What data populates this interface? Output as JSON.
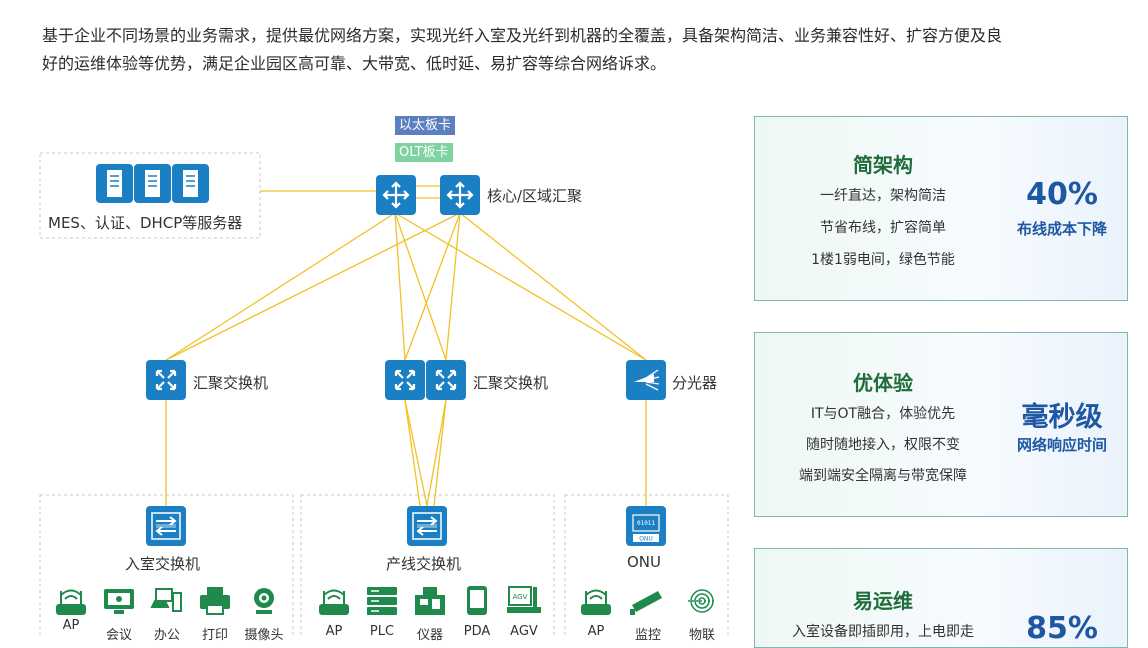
{
  "intro": {
    "line1": "基于企业不同场景的业务需求，提供最优网络方案，实现光纤入室及光纤到机器的全覆盖，具备架构简洁、业务兼容性好、扩容方便及良",
    "line2": "好的运维体验等优势，满足企业园区高可靠、大带宽、低时延、易扩容等综合网络诉求。"
  },
  "diagram": {
    "tag_ethernet": "以太板卡",
    "tag_olt": "OLT板卡",
    "servers_label": "MES、认证、DHCP等服务器",
    "core_label": "核心/区域汇聚",
    "agg_left_label": "汇聚交换机",
    "agg_mid_label": "汇聚交换机",
    "splitter_label": "分光器",
    "access_left_label": "入室交换机",
    "access_mid_label": "产线交换机",
    "onu_label": "ONU",
    "onu_chip_text": "ONU",
    "onu_bits": "01011",
    "agv_badge": "AGV",
    "left_devices": [
      "AP",
      "会议",
      "办公",
      "打印",
      "摄像头"
    ],
    "mid_devices": [
      "AP",
      "PLC",
      "仪器",
      "PDA",
      "AGV"
    ],
    "right_devices": [
      "AP",
      "监控",
      "物联"
    ],
    "colors": {
      "device": "#1b7fc4",
      "link": "#f3c126",
      "tag_eth": "#5b7fbf",
      "tag_olt": "#7fd3a0"
    }
  },
  "cards": [
    {
      "title": "简架构",
      "lines": [
        "一纤直达，架构简洁",
        "节省布线，扩容简单",
        "1楼1弱电间，绿色节能"
      ],
      "big": "40%",
      "sub": "布线成本下降"
    },
    {
      "title": "优体验",
      "lines": [
        "IT与OT融合，体验优先",
        "随时随地接入，权限不变",
        "端到端安全隔离与带宽保障"
      ],
      "big": "毫秒级",
      "sub": "网络响应时间"
    },
    {
      "title": "易运维",
      "lines": [
        "入室设备即插即用，上电即走"
      ],
      "big": "85%",
      "sub": ""
    }
  ]
}
